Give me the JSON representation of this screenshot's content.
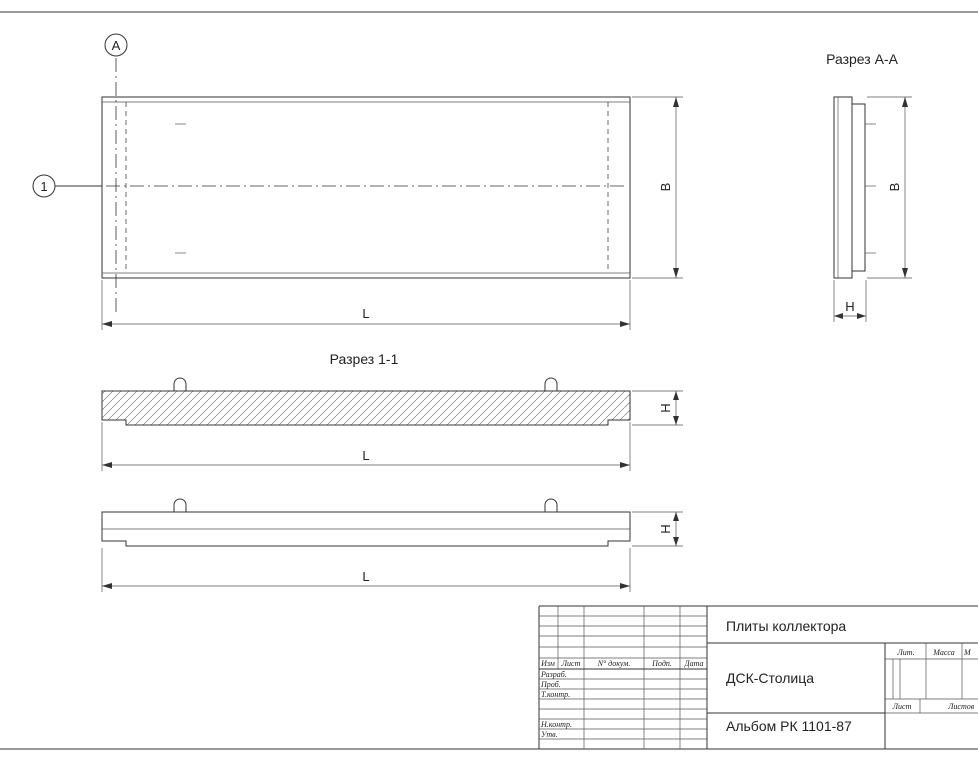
{
  "labels": {
    "marker_a": "A",
    "marker_1": "1",
    "section_aa": "Разрез А-А",
    "section_11": "Разрез 1-1",
    "dim_L": "L",
    "dim_B": "B",
    "dim_H": "H"
  },
  "title_block": {
    "row_headers": [
      "Изм",
      "Лист",
      "N° докум.",
      "Подп.",
      "Дата"
    ],
    "roles": [
      "Разраб.",
      "Проб.",
      "Т.контр.",
      "Н.контр.",
      "Утв."
    ],
    "title": "Плиты коллектора",
    "org": "ДСК-Столица",
    "album": "Альбом РК 1101-87",
    "stage_headers": [
      "Лит.",
      "Масса",
      "М"
    ],
    "sheet_headers": [
      "Лист",
      "Листов"
    ]
  }
}
